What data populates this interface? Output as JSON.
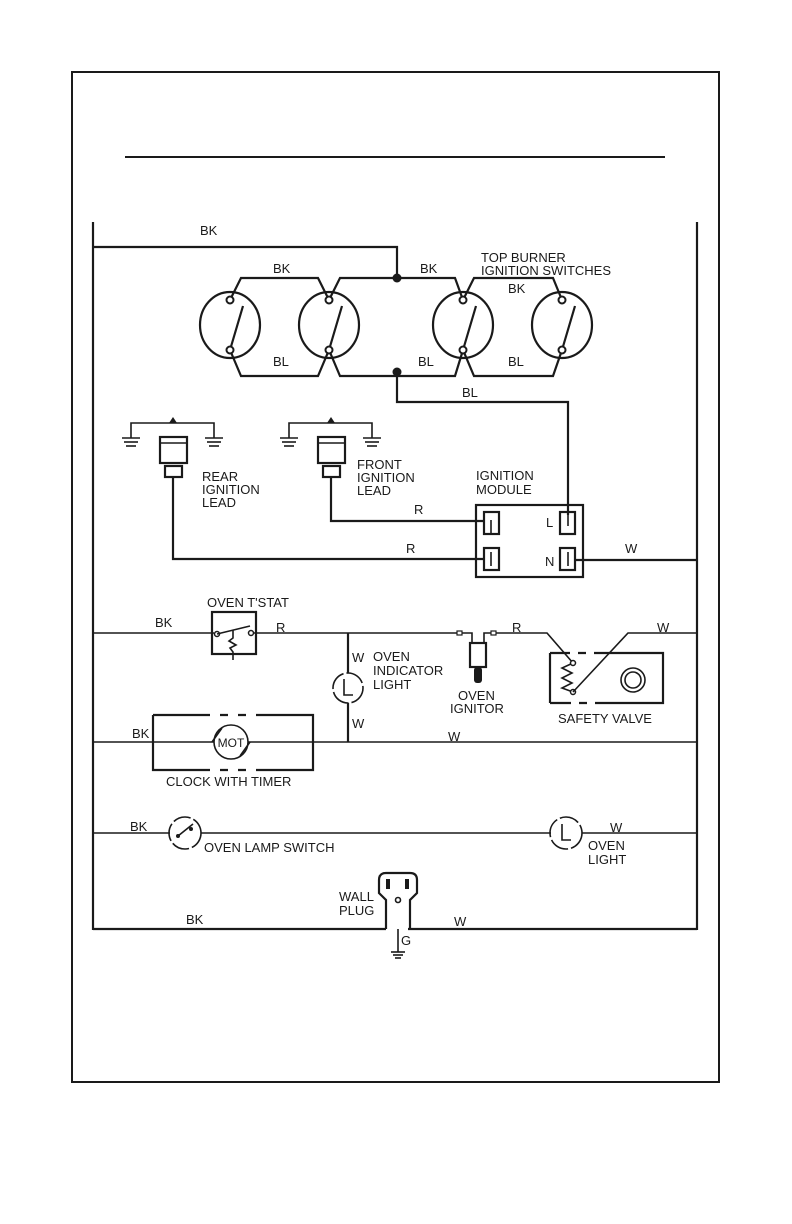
{
  "diagram": {
    "wire_colors": {
      "black": "BK",
      "blue": "BL",
      "red": "R",
      "white": "W",
      "ground": "G"
    },
    "components": {
      "top_burner_switches": [
        "TOP BURNER",
        "IGNITION SWITCHES"
      ],
      "rear_ignition_lead": [
        "REAR",
        "IGNITION",
        "LEAD"
      ],
      "front_ignition_lead": [
        "FRONT",
        "IGNITION",
        "LEAD"
      ],
      "ignition_module": [
        "IGNITION",
        "MODULE"
      ],
      "module_terminal_l": "L",
      "module_terminal_n": "N",
      "oven_tstat": "OVEN T'STAT",
      "oven_indicator_light": [
        "OVEN",
        "INDICATOR",
        "LIGHT"
      ],
      "oven_ignitor": [
        "OVEN",
        "IGNITOR"
      ],
      "safety_valve": "SAFETY VALVE",
      "clock_with_timer": "CLOCK WITH TIMER",
      "motor": "MOT",
      "oven_lamp_switch": "OVEN LAMP SWITCH",
      "oven_light": [
        "OVEN",
        "LIGHT"
      ],
      "wall_plug": [
        "WALL",
        "PLUG"
      ]
    }
  }
}
